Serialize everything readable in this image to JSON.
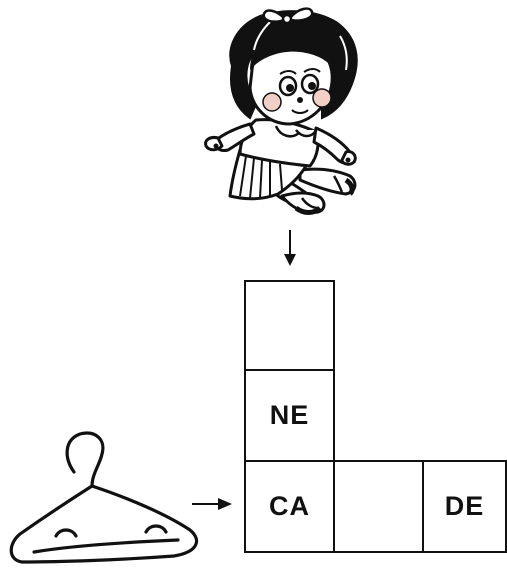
{
  "puzzle": {
    "grid": {
      "top_cell": "",
      "middle_cell": "NE",
      "bottom_row": [
        "CA",
        "",
        "DE"
      ]
    },
    "images": [
      {
        "name": "doll",
        "icon": "doll-icon"
      },
      {
        "name": "hanger",
        "icon": "hanger-icon"
      }
    ],
    "colors": {
      "ink": "#111111",
      "background": "#ffffff",
      "cheek": "#f2d0c8"
    }
  }
}
